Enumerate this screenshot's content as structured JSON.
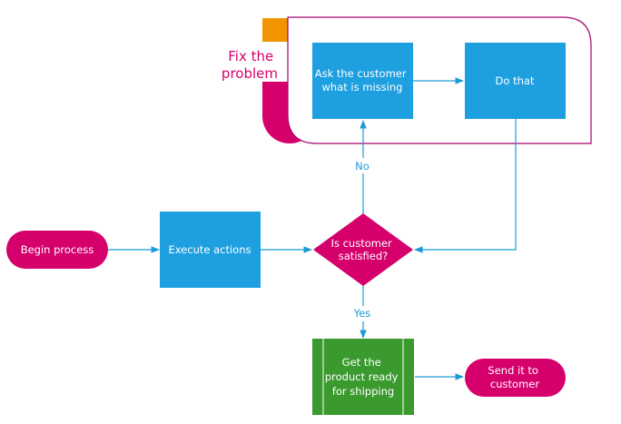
{
  "colors": {
    "terminal": "#d6006d",
    "process": "#1e9fe0",
    "decision": "#d6006d",
    "predefined": "#3a9a2e",
    "predefined_line": "#ffffff",
    "arrow": "#1e9ad6",
    "group_border": "#a3006b",
    "group_accent": "#d6006d",
    "group_tab": "#f29400",
    "edge_label": "#1e9ad6",
    "group_label": "#d6006d"
  },
  "group": {
    "title_lines": [
      "Fix the",
      "problem"
    ]
  },
  "nodes": {
    "begin": {
      "lines": [
        "Begin process"
      ]
    },
    "execute": {
      "lines": [
        "Execute actions"
      ]
    },
    "decision": {
      "lines": [
        "Is customer",
        "satisfied?"
      ]
    },
    "ask": {
      "lines": [
        "Ask the customer",
        "what is missing"
      ]
    },
    "do_that": {
      "lines": [
        "Do that"
      ]
    },
    "get_ready": {
      "lines": [
        "Get the",
        "product ready",
        "for shipping"
      ]
    },
    "send": {
      "lines": [
        "Send it to",
        "customer"
      ]
    }
  },
  "edges": {
    "no_label": "No",
    "yes_label": "Yes"
  }
}
